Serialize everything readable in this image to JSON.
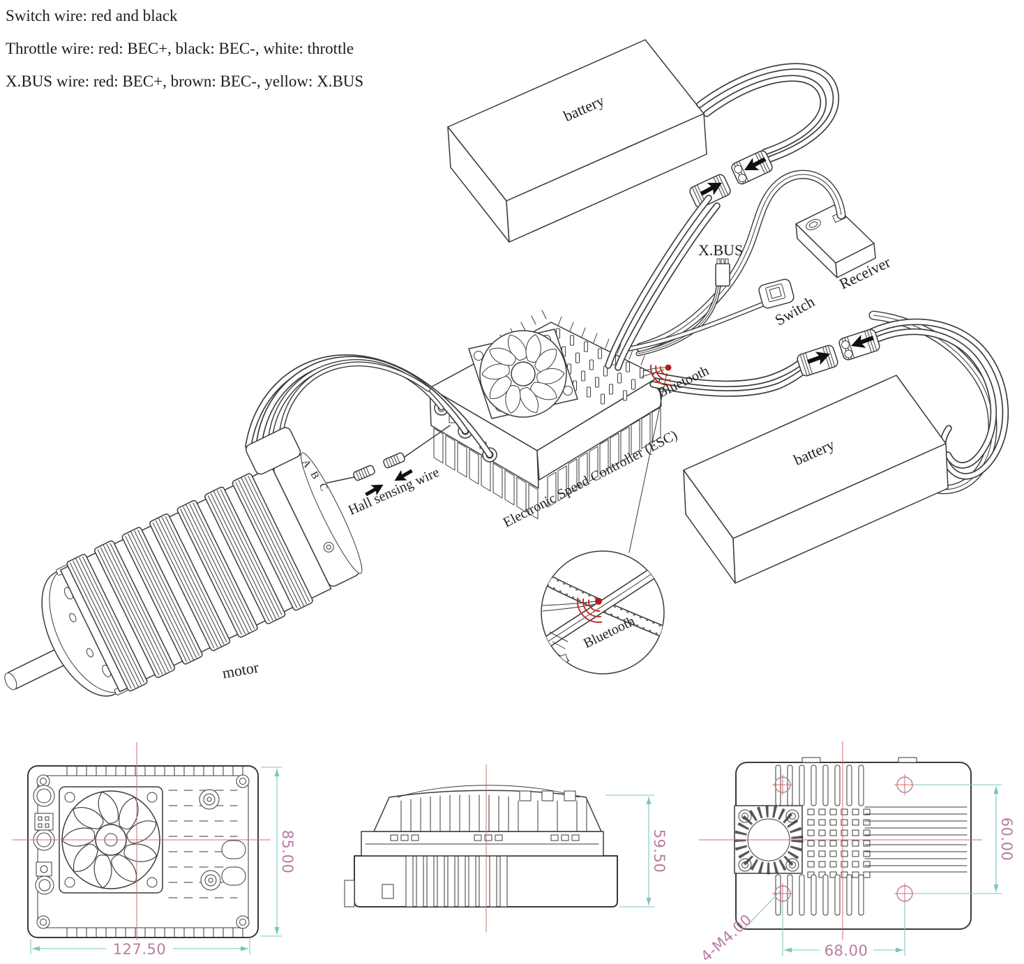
{
  "notes": {
    "switch_wire": "Switch wire: red and black",
    "throttle_wire": "Throttle wire: red: BEC+, black: BEC-, white: throttle",
    "xbus_wire": "X.BUS wire: red: BEC+, brown: BEC-, yellow: X.BUS"
  },
  "labels": {
    "battery_top": "battery",
    "battery_right": "battery",
    "xbus": "X.BUS",
    "receiver": "Receiver",
    "switch": "Switch",
    "bluetooth_esc": "Bluetooth",
    "bluetooth_zoom": "Bluetooth",
    "esc": "Electronic Speed Controller (ESC)",
    "hall_wire": "Hall sensing wire",
    "motor": "motor",
    "terminal_a": "A",
    "terminal_b": "B",
    "terminal_c": "C"
  },
  "dims": {
    "front_height": "85.00",
    "front_width": "127.50",
    "side_height": "59.50",
    "bottom_height": "60.00",
    "bottom_width": "68.00",
    "mount_holes": "4-M4.00"
  },
  "colors": {
    "line": "#3a3a3a",
    "dimension_line": "#7cc5c1",
    "dimension_text": "#b77da0",
    "centerline": "#d96b6b",
    "bluetooth_signal": "#c03028",
    "plug_arrow": "#111111"
  }
}
